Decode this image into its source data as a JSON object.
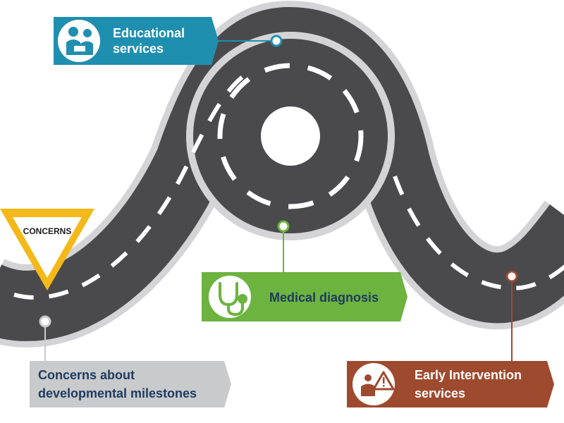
{
  "sign": {
    "text": "CONCERNS"
  },
  "labels": {
    "educational": {
      "line1": "Educational",
      "line2": "services",
      "color": "#1f8fb0"
    },
    "medical": {
      "text": "Medical diagnosis",
      "color": "#6cb33f",
      "text_color": "#1e3a5f"
    },
    "concerns": {
      "line1": "Concerns about",
      "line2": "developmental milestones",
      "color": "#c8cacc",
      "text_color": "#1e3a5f"
    },
    "early": {
      "line1": "Early Intervention",
      "line2": "services",
      "color": "#9e4a2e"
    }
  },
  "colors": {
    "road": "#4a4a4c",
    "road_edge": "#d4d4d6",
    "lane": "#ffffff",
    "sign_border": "#f5b819"
  },
  "icons": [
    "reading-child-icon",
    "stethoscope-icon",
    "warning-child-icon"
  ]
}
